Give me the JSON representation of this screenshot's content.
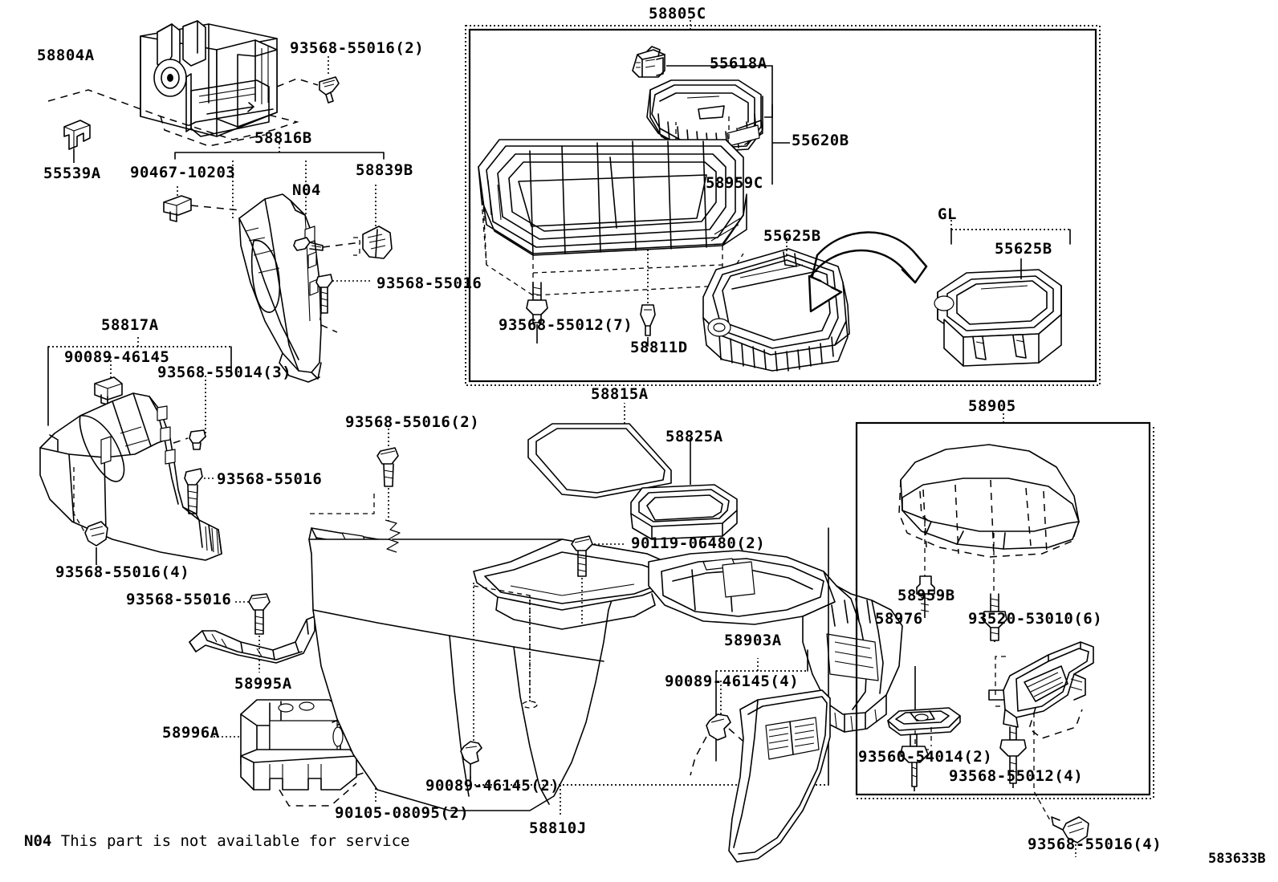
{
  "diagram": {
    "drawing_id": "583633B",
    "footnote_code": "N04",
    "footnote_text": "This part is not available for service"
  },
  "groups": {
    "g58805C": {
      "code": "58805C"
    },
    "g58816B": {
      "code": "58816B"
    },
    "g58817A": {
      "code": "58817A"
    },
    "g58905": {
      "code": "58905"
    },
    "g58903A": {
      "code": "58903A"
    },
    "g58810J": {
      "code": "58810J"
    },
    "gGL": {
      "code": "GL"
    }
  },
  "labels": [
    {
      "id": "l58804A",
      "text": "58804A"
    },
    {
      "id": "l93568a",
      "text": "93568-55016(2)"
    },
    {
      "id": "l55539A",
      "text": "55539A"
    },
    {
      "id": "l90467",
      "text": "90467-10203"
    },
    {
      "id": "lN04",
      "text": "N04"
    },
    {
      "id": "l58839B",
      "text": "58839B"
    },
    {
      "id": "l93568b",
      "text": "93568-55016"
    },
    {
      "id": "l58817A",
      "text": "58817A"
    },
    {
      "id": "l90089a",
      "text": "90089-46145"
    },
    {
      "id": "l93568c",
      "text": "93568-55014(3)"
    },
    {
      "id": "l93568d",
      "text": "93568-55016"
    },
    {
      "id": "l93568e",
      "text": "93568-55016(4)"
    },
    {
      "id": "l93568f",
      "text": "93568-55016"
    },
    {
      "id": "l58995A",
      "text": "58995A"
    },
    {
      "id": "l58996A",
      "text": "58996A"
    },
    {
      "id": "l90105",
      "text": "90105-08095(2)"
    },
    {
      "id": "l93568g",
      "text": "93568-55016(2)"
    },
    {
      "id": "l58815A",
      "text": "58815A"
    },
    {
      "id": "l58825A",
      "text": "58825A"
    },
    {
      "id": "l90119",
      "text": "90119-06480(2)"
    },
    {
      "id": "l90089b",
      "text": "90089-46145(2)"
    },
    {
      "id": "l58810J",
      "text": "58810J"
    },
    {
      "id": "l58805C",
      "text": "58805C"
    },
    {
      "id": "l55618A",
      "text": "55618A"
    },
    {
      "id": "l55620B",
      "text": "55620B"
    },
    {
      "id": "l58959C",
      "text": "58959C"
    },
    {
      "id": "l93568h",
      "text": "93568-55012(7)"
    },
    {
      "id": "l58811D",
      "text": "58811D"
    },
    {
      "id": "l55625Ba",
      "text": "55625B"
    },
    {
      "id": "lGL",
      "text": "GL"
    },
    {
      "id": "l55625Bb",
      "text": "55625B"
    },
    {
      "id": "l58905",
      "text": "58905"
    },
    {
      "id": "l58959B",
      "text": "58959B"
    },
    {
      "id": "l58976",
      "text": "58976"
    },
    {
      "id": "l93520",
      "text": "93520-53010(6)"
    },
    {
      "id": "l93560",
      "text": "93560-54014(2)"
    },
    {
      "id": "l93568i",
      "text": "93568-55012(4)"
    },
    {
      "id": "l93568j",
      "text": "93568-55016(4)"
    },
    {
      "id": "l58903A",
      "text": "58903A"
    },
    {
      "id": "l90089c",
      "text": "90089-46145(4)"
    }
  ]
}
